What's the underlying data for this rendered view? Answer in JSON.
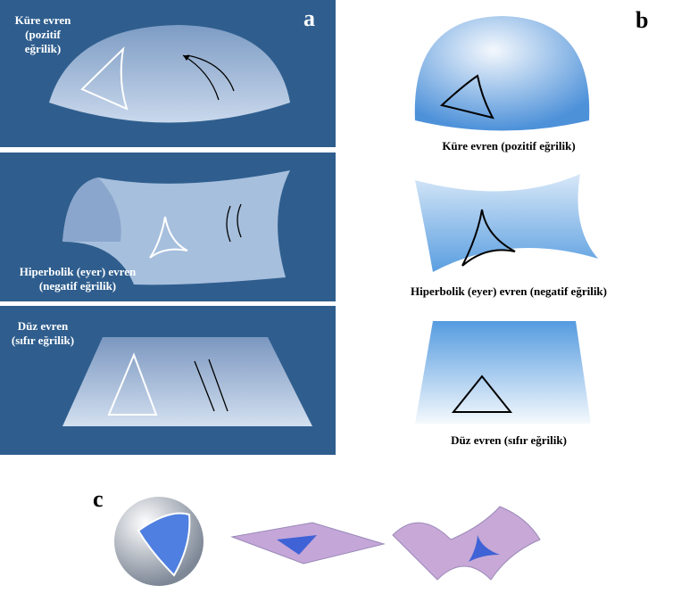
{
  "panel_a": {
    "letter": "a",
    "sphere": {
      "line1": "Küre evren",
      "line2": "(pozitif eğrilik)"
    },
    "hyperbolic": {
      "line1": "Hiperbolik (eyer) evren",
      "line2": "(negatif eğrilik)"
    },
    "flat": {
      "line1": "Düz evren",
      "line2": "(sıfır eğrilik)"
    },
    "background_color": "#2f5e8e"
  },
  "panel_b": {
    "letter": "b",
    "sphere_caption": "Küre evren (pozitif eğrilik)",
    "hyperbolic_caption": "Hiperbolik (eyer) evren (negatif eğrilik)",
    "flat_caption": "Düz evren (sıfır eğrilik)"
  },
  "panel_c": {
    "letter": "c"
  }
}
